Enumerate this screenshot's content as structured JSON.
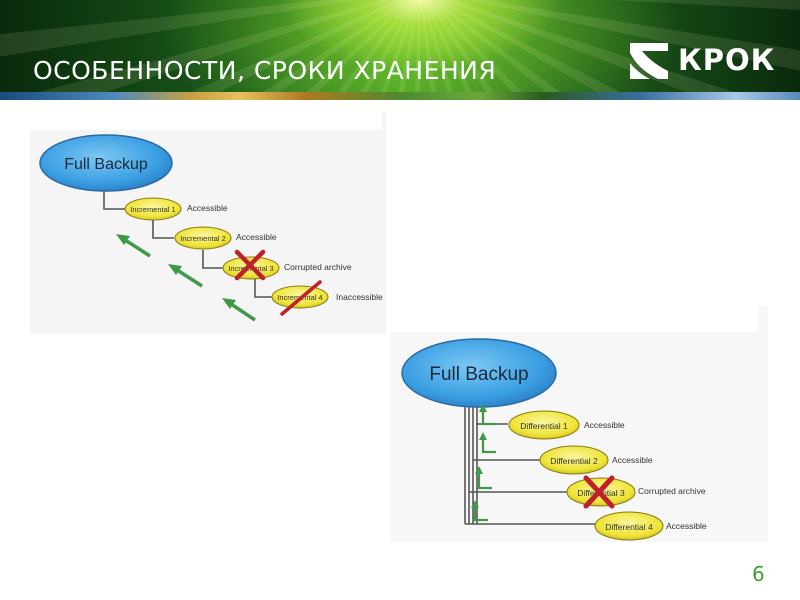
{
  "slide": {
    "title": "ОСОБЕННОСТИ, СРОКИ ХРАНЕНИЯ",
    "logo_text": "КРОК",
    "page_number": "6"
  },
  "colors": {
    "full_backup_fill": "#3ea6e8",
    "node_fill": "#f2ea3a",
    "connector": "#555555",
    "arrow_green": "#3e9a46",
    "cross_red": "#c0202a",
    "page_number": "#3aa030"
  },
  "incremental": {
    "root": "Full Backup",
    "nodes": [
      {
        "label": "Incremental 1",
        "status": "Accessible"
      },
      {
        "label": "Incremental 2",
        "status": "Accessible"
      },
      {
        "label": "Incremental 3",
        "status": "Corrupted archive"
      },
      {
        "label": "Incremental 4",
        "status": "Inaccessible"
      }
    ]
  },
  "differential": {
    "root": "Full Backup",
    "nodes": [
      {
        "label": "Differential 1",
        "status": "Accessible"
      },
      {
        "label": "Differential 2",
        "status": "Accessible"
      },
      {
        "label": "Differential 3",
        "status": "Corrupted archive"
      },
      {
        "label": "Differential 4",
        "status": "Accessible"
      }
    ]
  }
}
